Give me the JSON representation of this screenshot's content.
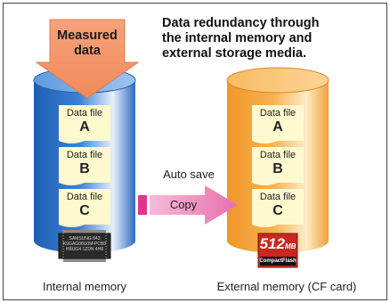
{
  "title": {
    "line1": "Data redundancy through",
    "line2": "the internal memory and",
    "line3": "external storage media."
  },
  "measured": {
    "line1": "Measured",
    "line2": "data"
  },
  "internal_files": [
    {
      "name": "Data file",
      "letter": "A"
    },
    {
      "name": "Data file",
      "letter": "B"
    },
    {
      "name": "Data file",
      "letter": "C"
    }
  ],
  "external_files": [
    {
      "name": "Data file",
      "letter": "A"
    },
    {
      "name": "Data file",
      "letter": "B"
    },
    {
      "name": "Data file",
      "letter": "C"
    }
  ],
  "auto_save_label": "Auto save",
  "copy_label": "Copy",
  "internal_caption": "Internal memory",
  "external_caption": "External memory (CF card)",
  "chip_text": {
    "line1": "SAMSUNG 843",
    "line2": "K9GAG08U0M-PCB0",
    "line3": "HBUG4 1ZDN 4H8"
  },
  "cf_card": {
    "capacity": "512",
    "unit": "MB",
    "brand": "CompactFlash"
  },
  "colors": {
    "internal_cylinder": "#2f74c6",
    "external_cylinder": "#f2a33a",
    "measured_arrow": "#f39a6a",
    "copy_arrow": "#ee82bc",
    "file_card": "#fff9cf",
    "cf_card_red": "#c8281e"
  }
}
